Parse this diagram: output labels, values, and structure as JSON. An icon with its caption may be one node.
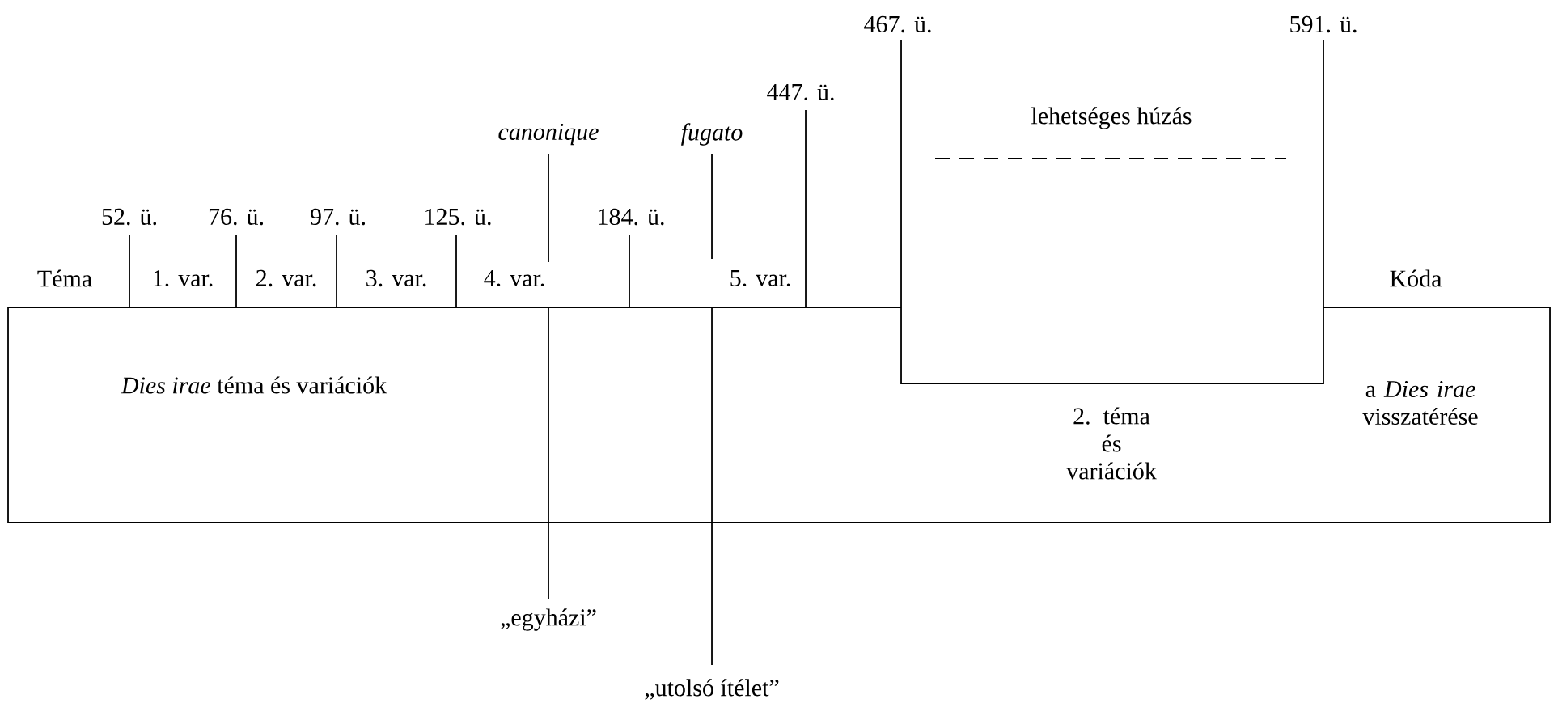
{
  "diagram": {
    "nodes": [
      {
        "text": [
          "*Dies irae* téma és variációk",
          "2. téma és variációk",
          "a *Dies irae* visszatérése"
        ]
      },
      {
        "text": [
          "lehetséges húzás"
        ]
      }
    ],
    "labels": [
      "467. ü.",
      "591. ü.",
      "447. ü.",
      "canonique",
      "fugato",
      "52. ü.",
      "76. ü.",
      "97. ü.",
      "125. ü.",
      "184. ü.",
      "Téma",
      "1. var.",
      "2. var.",
      "3. var.",
      "4. var.",
      "5. var.",
      "Kóda",
      "„egyházi”",
      "„utolsó ítélet”"
    ]
  }
}
